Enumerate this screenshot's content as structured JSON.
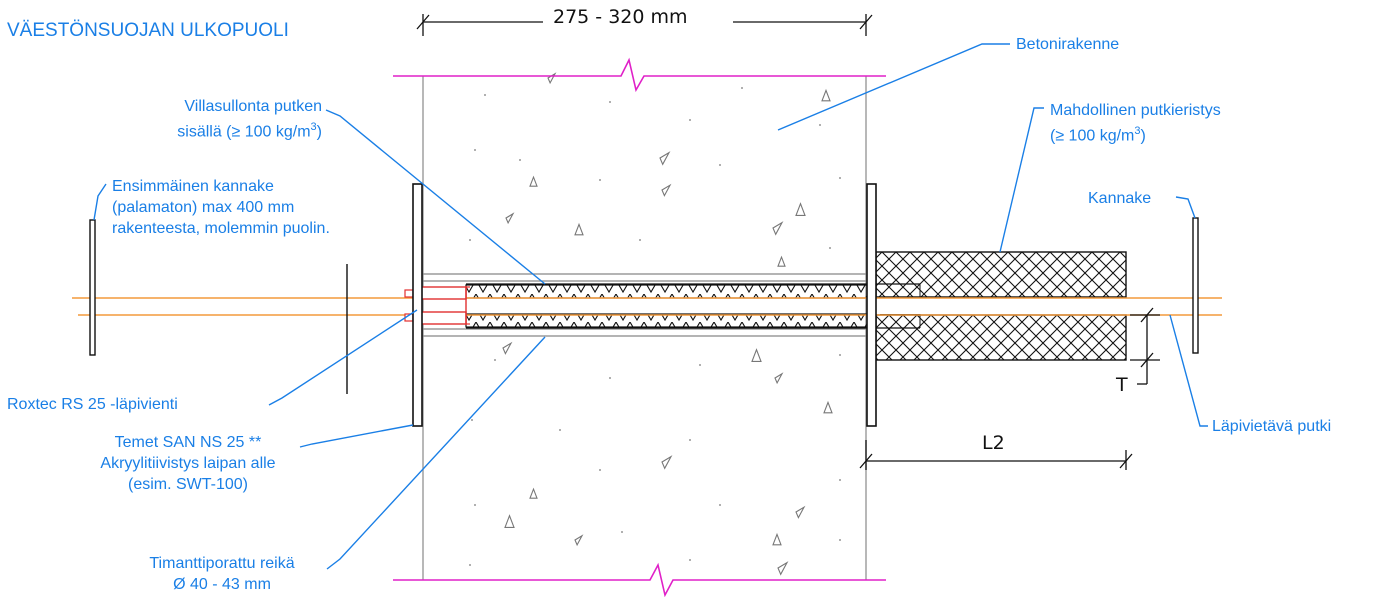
{
  "title": "VÄESTÖNSUOJAN ULKOPUOLI",
  "dimensions": {
    "wall_thickness": "275 - 320 mm",
    "l2": "L2",
    "t": "T"
  },
  "labels": {
    "betonirakenne": "Betonirakenne",
    "villa_1": "Villasullonta putken",
    "villa_2_pre": "sisällä (≥ 100 kg/m",
    "villa_2_sup": "3",
    "villa_2_post": ")",
    "putkieristys_1": "Mahdollinen putkieristys",
    "putkieristys_2_pre": "(≥ 100 kg/m",
    "putkieristys_2_sup": "3",
    "putkieristys_2_post": ")",
    "kannake_1": "Ensimmäinen kannake",
    "kannake_2": "(palamaton) max 400 mm",
    "kannake_3": "rakenteesta, molemmin puolin.",
    "kannake_right": "Kannake",
    "roxtec": "Roxtec RS 25 -läpivienti",
    "temet_1": "Temet SAN NS 25 **",
    "temet_2": "Akryylitiivistys laipan alle",
    "temet_3": "(esim. SWT-100)",
    "lapivietava": "Läpivietävä putki",
    "timantti_1": "Timanttiporattu reikä",
    "timantti_2": "Ø 40 - 43 mm"
  },
  "colors": {
    "label_blue": "#1a7fe6",
    "pipe_orange": "#f39a3c",
    "cut_magenta": "#e020c8",
    "roxtec_red": "#e23030"
  }
}
